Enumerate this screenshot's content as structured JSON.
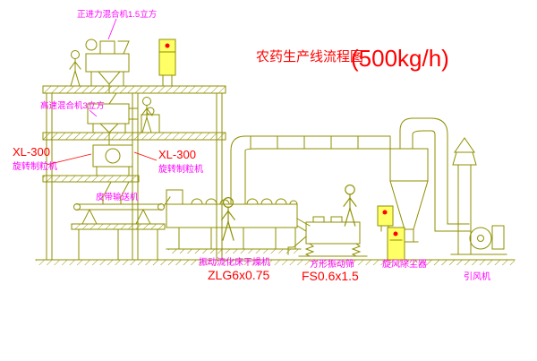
{
  "title": {
    "main": "农药生产线流程图",
    "capacity": "(500kg/h)"
  },
  "labels": {
    "top_mixer": "正进力混合机1.5立方",
    "high_speed_mixer": "高速混合机3立方",
    "granulator_left_model": "XL-300",
    "granulator_left_name": "旋转制粒机",
    "granulator_right_model": "XL-300",
    "granulator_right_name": "旋转制粒机",
    "belt_conveyor": "皮带输送机",
    "dryer_name": "振动流化床干燥机",
    "dryer_model": "ZLG6x0.75",
    "screen_name": "方形振动筛",
    "screen_model": "FS0.6x1.5",
    "cyclone_name": "旋风除尘器",
    "fan_name": "引风机"
  },
  "colors": {
    "background": "#ffffff",
    "line": "#8f8f00",
    "red": "#ff0000",
    "magenta": "#ff00ff",
    "cabinet_fill": "#ffff66"
  }
}
